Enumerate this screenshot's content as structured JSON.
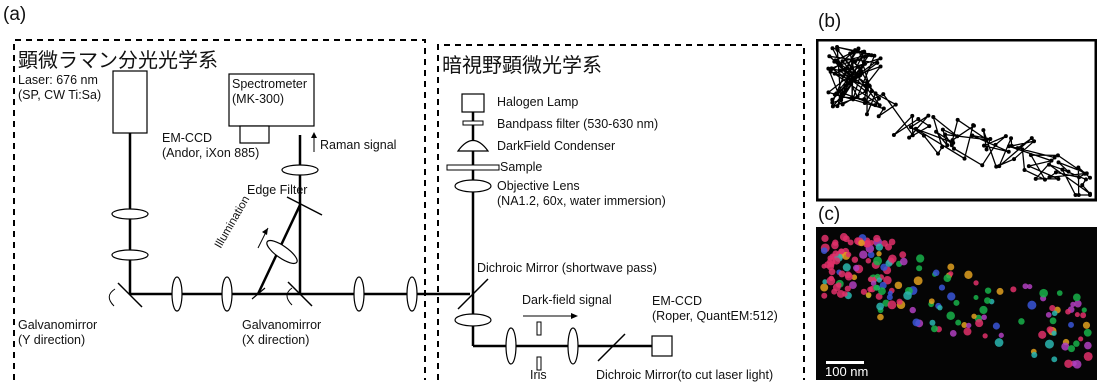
{
  "panels": {
    "a": "(a)",
    "b": "(b)",
    "c": "(c)"
  },
  "sections": {
    "raman": "顕微ラマン分光光学系",
    "darkfield": "暗視野顕微光学系"
  },
  "raman_labels": {
    "laser_line1": "Laser: 676 nm",
    "laser_line2": "(SP, CW Ti:Sa)",
    "spectrometer_line1": "Spectrometer",
    "spectrometer_line2": "(MK-300)",
    "emccd_line1": "EM-CCD",
    "emccd_line2": "(Andor, iXon 885)",
    "raman_signal": "Raman signal",
    "edge_filter": "Edge Filter",
    "illumination": "Illumination",
    "galvo_y_line1": "Galvanomirror",
    "galvo_y_line2": "(Y direction)",
    "galvo_x_line1": "Galvanomirror",
    "galvo_x_line2": "(X direction)"
  },
  "darkfield_labels": {
    "halogen": "Halogen Lamp",
    "bandpass": "Bandpass filter (530-630 nm)",
    "condenser": "DarkField Condenser",
    "sample": "Sample",
    "objective_line1": "Objective Lens",
    "objective_line2": "(NA1.2, 60x, water immersion)",
    "dichroic_short": "Dichroic Mirror (shortwave pass)",
    "df_signal": "Dark-field signal",
    "emccd2_line1": "EM-CCD",
    "emccd2_line2": "(Roper, QuantEM:512)",
    "iris": "Iris",
    "dichroic_cut": "Dichroic Mirror(to cut laser light)"
  },
  "scale_bar": "100 nm",
  "colors": {
    "line": "#000000",
    "image_bg": "#050505",
    "dot_red": "#e0306a",
    "dot_green": "#19b24a",
    "dot_blue": "#3a56d8",
    "dot_cyan": "#2ab6b0"
  }
}
